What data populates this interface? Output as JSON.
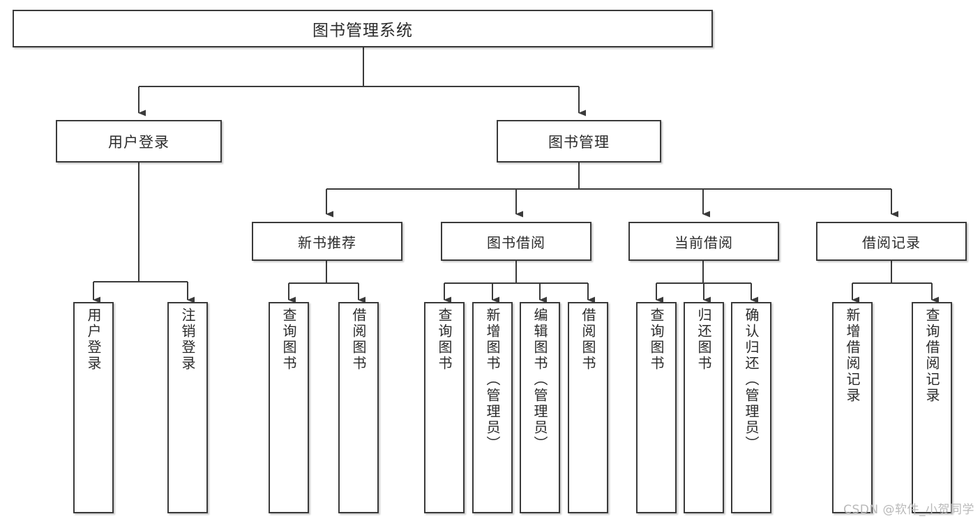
{
  "diagram": {
    "title": "图书管理系统",
    "type": "tree",
    "watermark": "CSDN @软件_小贺同学",
    "colors": {
      "box_border": "#3a3a3a",
      "box_fill": "#ffffff",
      "connector": "#3a3a3a",
      "text": "#2b2b2b",
      "watermark": "#b9b9b9",
      "background": "#ffffff"
    },
    "nodes": {
      "root": {
        "label": "图书管理系统",
        "level": 0
      },
      "user_login": {
        "label": "用户登录",
        "level": 1
      },
      "book_manage": {
        "label": "图书管理",
        "level": 1
      },
      "new_book_rec": {
        "label": "新书推荐",
        "level": 2
      },
      "book_borrow": {
        "label": "图书借阅",
        "level": 2
      },
      "current_borrow": {
        "label": "当前借阅",
        "level": 2
      },
      "borrow_record": {
        "label": "借阅记录",
        "level": 2
      },
      "leaf_user_login": {
        "label": "用户登录",
        "level": 3
      },
      "leaf_logout": {
        "label": "注销登录",
        "level": 3
      },
      "leaf_query_book_1": {
        "label": "查询图书",
        "level": 3
      },
      "leaf_borrow_book_1": {
        "label": "借阅图书",
        "level": 3
      },
      "leaf_query_book_2": {
        "label": "查询图书",
        "level": 3
      },
      "leaf_add_book": {
        "label": "新增图书（管理员）",
        "level": 3
      },
      "leaf_edit_book": {
        "label": "编辑图书（管理员）",
        "level": 3
      },
      "leaf_borrow_book_2": {
        "label": "借阅图书",
        "level": 3
      },
      "leaf_query_book_3": {
        "label": "查询图书",
        "level": 3
      },
      "leaf_return_book": {
        "label": "归还图书",
        "level": 3
      },
      "leaf_confirm_return": {
        "label": "确认归还（管理员）",
        "level": 3
      },
      "leaf_add_record": {
        "label": "新增借阅记录",
        "level": 3
      },
      "leaf_query_record": {
        "label": "查询借阅记录",
        "level": 3
      }
    },
    "edges": [
      {
        "from": "root",
        "to": "user_login"
      },
      {
        "from": "root",
        "to": "book_manage"
      },
      {
        "from": "user_login",
        "to": "leaf_user_login"
      },
      {
        "from": "user_login",
        "to": "leaf_logout"
      },
      {
        "from": "book_manage",
        "to": "new_book_rec"
      },
      {
        "from": "book_manage",
        "to": "book_borrow"
      },
      {
        "from": "book_manage",
        "to": "current_borrow"
      },
      {
        "from": "book_manage",
        "to": "borrow_record"
      },
      {
        "from": "new_book_rec",
        "to": "leaf_query_book_1"
      },
      {
        "from": "new_book_rec",
        "to": "leaf_borrow_book_1"
      },
      {
        "from": "book_borrow",
        "to": "leaf_query_book_2"
      },
      {
        "from": "book_borrow",
        "to": "leaf_add_book"
      },
      {
        "from": "book_borrow",
        "to": "leaf_edit_book"
      },
      {
        "from": "book_borrow",
        "to": "leaf_borrow_book_2"
      },
      {
        "from": "current_borrow",
        "to": "leaf_query_book_3"
      },
      {
        "from": "current_borrow",
        "to": "leaf_return_book"
      },
      {
        "from": "current_borrow",
        "to": "leaf_confirm_return"
      },
      {
        "from": "borrow_record",
        "to": "leaf_add_record"
      },
      {
        "from": "borrow_record",
        "to": "leaf_query_record"
      }
    ]
  }
}
